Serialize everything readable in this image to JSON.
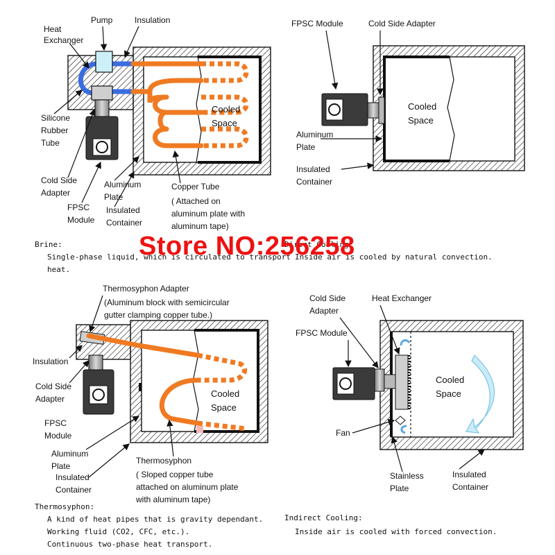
{
  "watermark": "Store NO:256258",
  "panel_brine": {
    "labels": {
      "heat_exchanger": [
        "Heat",
        "Exchanger"
      ],
      "pump": "Pump",
      "insulation": "Insulation",
      "silicone_tube": [
        "Silicone",
        "Rubber",
        "Tube"
      ],
      "cold_side_adapter": [
        "Cold Side",
        "Adapter"
      ],
      "aluminum_plate": [
        "Aluminum",
        "Plate"
      ],
      "fpsc_module": [
        "FPSC",
        "Module"
      ],
      "insulated_container": [
        "Insulated",
        "Container"
      ],
      "copper_tube": "Copper Tube",
      "copper_tube_note": [
        "(    Attached       on",
        "aluminum plate with",
        "aluminum tape)"
      ],
      "cooled_space": [
        "Cooled",
        "Space"
      ]
    },
    "caption_title": "Brine:",
    "caption_lines": [
      "Single-phase liquid, which is circulated to transport",
      "heat."
    ]
  },
  "panel_direct": {
    "labels": {
      "fpsc_module": "FPSC Module",
      "cold_side_adapter": "Cold Side Adapter",
      "cooled_space": [
        "Cooled",
        "Space"
      ],
      "aluminum_plate": [
        "Aluminum",
        "Plate"
      ],
      "insulated_container": [
        "Insulated",
        "Container"
      ]
    },
    "caption_title": "Direct Cooling:",
    "caption_lines": [
      "Inside air is cooled by natural convection."
    ]
  },
  "panel_thermo": {
    "labels": {
      "thermosyphon_adapter": "Thermosyphon Adapter",
      "adapter_note": [
        "(Aluminum block with semicircular",
        "gutter clamping copper tube.)"
      ],
      "insulation": "Insulation",
      "cold_side_adapter": [
        "Cold Side",
        "Adapter"
      ],
      "fpsc_module": [
        "FPSC",
        "Module"
      ],
      "aluminum_plate": [
        "Aluminum",
        "Plate"
      ],
      "insulated_container": [
        "Insulated",
        "Container"
      ],
      "thermosyphon": "Thermosyphon",
      "thermosyphon_note": [
        "(    Sloped      copper      tube",
        "attached on aluminum plate",
        "with aluminum tape)"
      ],
      "cooled_space": [
        "Cooled",
        "Space"
      ]
    },
    "caption_title": "Thermosyphon:",
    "caption_lines": [
      "A kind of heat pipes that is gravity dependant.",
      "Working fluid (CO2, CFC, etc.).",
      "Continuous two-phase heat transport."
    ]
  },
  "panel_indirect": {
    "labels": {
      "cold_side_adapter": [
        "Cold Side",
        "Adapter"
      ],
      "heat_exchanger": "Heat Exchanger",
      "fpsc_module": "FPSC Module",
      "cooled_space": [
        "Cooled",
        "Space"
      ],
      "fan": "Fan",
      "stainless_plate": [
        "Stainless",
        "Plate"
      ],
      "insulated_container": [
        "Insulated",
        "Container"
      ]
    },
    "caption_title": "Indirect Cooling:",
    "caption_lines": [
      "Inside air is cooled with forced convection."
    ]
  },
  "colors": {
    "copper_tube": "#f07a22",
    "brine_tube": "#3a6de0",
    "pump": "#cdeff7",
    "watermark": "#ee1111",
    "air_flow_arrow": "#9fd6ee"
  }
}
